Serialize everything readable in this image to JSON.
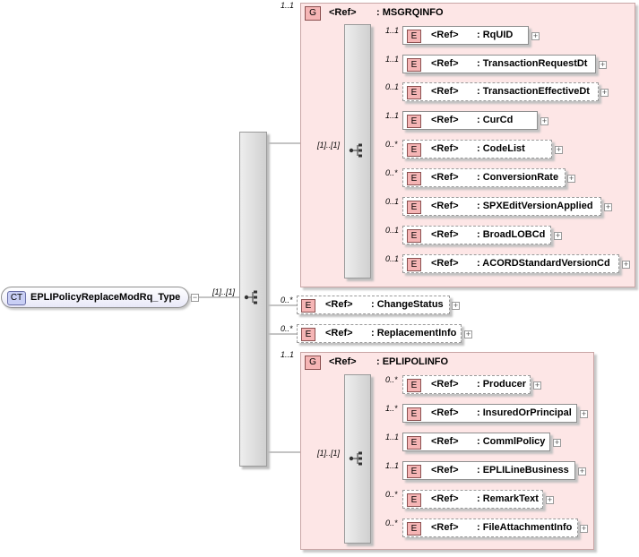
{
  "root": {
    "badge": "CT",
    "name": "EPLIPolicyReplaceModRq_Type",
    "collapse": "−",
    "cardinality": "[1]..[1]"
  },
  "groups": [
    {
      "badge": "G",
      "ref": "<Ref>",
      "name": ": MSGRQINFO",
      "cardinality": "1..1",
      "seq_cardinality": "[1]..[1]",
      "elements": [
        {
          "badge": "E",
          "ref": "<Ref>",
          "name": ": RqUID",
          "cardinality": "1..1",
          "optional": false
        },
        {
          "badge": "E",
          "ref": "<Ref>",
          "name": ": TransactionRequestDt",
          "cardinality": "1..1",
          "optional": false
        },
        {
          "badge": "E",
          "ref": "<Ref>",
          "name": ": TransactionEffectiveDt",
          "cardinality": "0..1",
          "optional": true
        },
        {
          "badge": "E",
          "ref": "<Ref>",
          "name": ": CurCd",
          "cardinality": "1..1",
          "optional": false
        },
        {
          "badge": "E",
          "ref": "<Ref>",
          "name": ": CodeList",
          "cardinality": "0..*",
          "optional": true
        },
        {
          "badge": "E",
          "ref": "<Ref>",
          "name": ": ConversionRate",
          "cardinality": "0..*",
          "optional": true
        },
        {
          "badge": "E",
          "ref": "<Ref>",
          "name": ": SPXEditVersionApplied",
          "cardinality": "0..1",
          "optional": true
        },
        {
          "badge": "E",
          "ref": "<Ref>",
          "name": ": BroadLOBCd",
          "cardinality": "0..1",
          "optional": true
        },
        {
          "badge": "E",
          "ref": "<Ref>",
          "name": ": ACORDStandardVersionCd",
          "cardinality": "0..1",
          "optional": true
        }
      ]
    },
    {
      "badge": "G",
      "ref": "<Ref>",
      "name": ": EPLIPOLINFO",
      "cardinality": "1..1",
      "seq_cardinality": "[1]..[1]",
      "elements": [
        {
          "badge": "E",
          "ref": "<Ref>",
          "name": ": Producer",
          "cardinality": "0..*",
          "optional": true
        },
        {
          "badge": "E",
          "ref": "<Ref>",
          "name": ": InsuredOrPrincipal",
          "cardinality": "1..*",
          "optional": false
        },
        {
          "badge": "E",
          "ref": "<Ref>",
          "name": ": CommlPolicy",
          "cardinality": "1..1",
          "optional": false
        },
        {
          "badge": "E",
          "ref": "<Ref>",
          "name": ": EPLILineBusiness",
          "cardinality": "1..1",
          "optional": false
        },
        {
          "badge": "E",
          "ref": "<Ref>",
          "name": ": RemarkText",
          "cardinality": "0..*",
          "optional": true
        },
        {
          "badge": "E",
          "ref": "<Ref>",
          "name": ": FileAttachmentInfo",
          "cardinality": "0..*",
          "optional": true
        }
      ]
    }
  ],
  "direct_elements": [
    {
      "badge": "E",
      "ref": "<Ref>",
      "name": ": ChangeStatus",
      "cardinality": "0..*",
      "optional": true
    },
    {
      "badge": "E",
      "ref": "<Ref>",
      "name": ": ReplacementInfo",
      "cardinality": "0..*",
      "optional": true
    }
  ],
  "expand_symbol": "+"
}
